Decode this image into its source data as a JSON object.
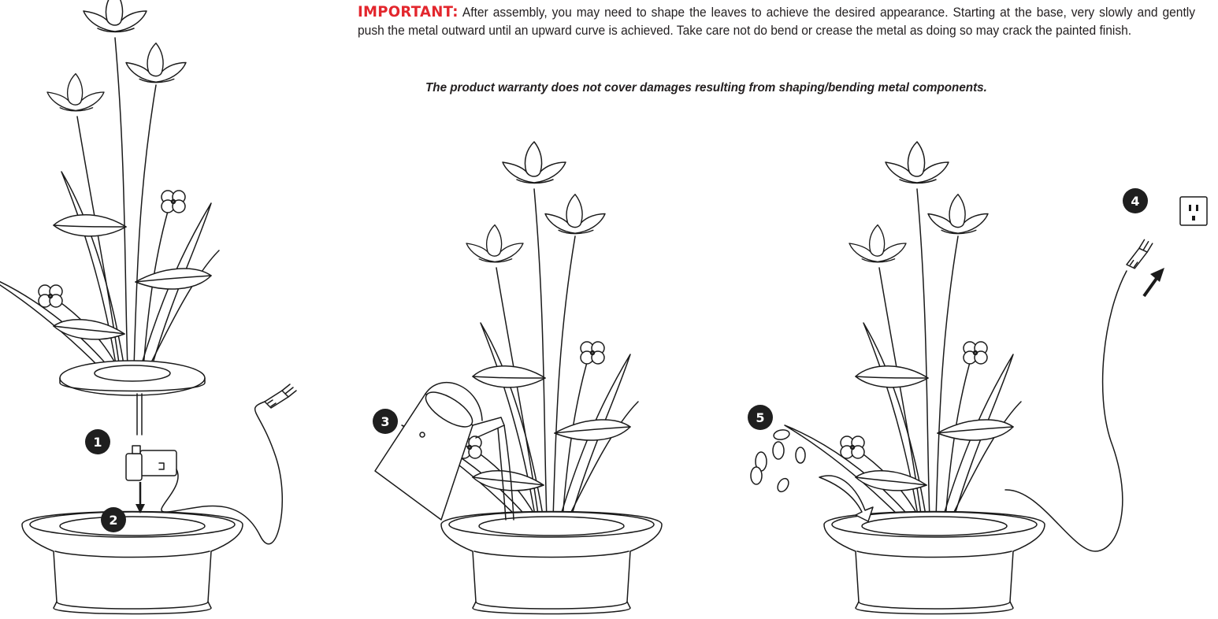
{
  "notice": {
    "label": "IMPORTANT:",
    "text": "After assembly, you may need to shape the leaves to achieve the desired appearance. Starting at the base, very slowly and gently push the metal outward until an upward curve is achieved. Take care not do bend or crease the metal as doing so may crack the painted finish.",
    "warranty": "The product warranty does not cover damages resulting from shaping/bending metal components.",
    "label_color": "#e3262d"
  },
  "steps": [
    "1",
    "2",
    "3",
    "4",
    "5"
  ]
}
